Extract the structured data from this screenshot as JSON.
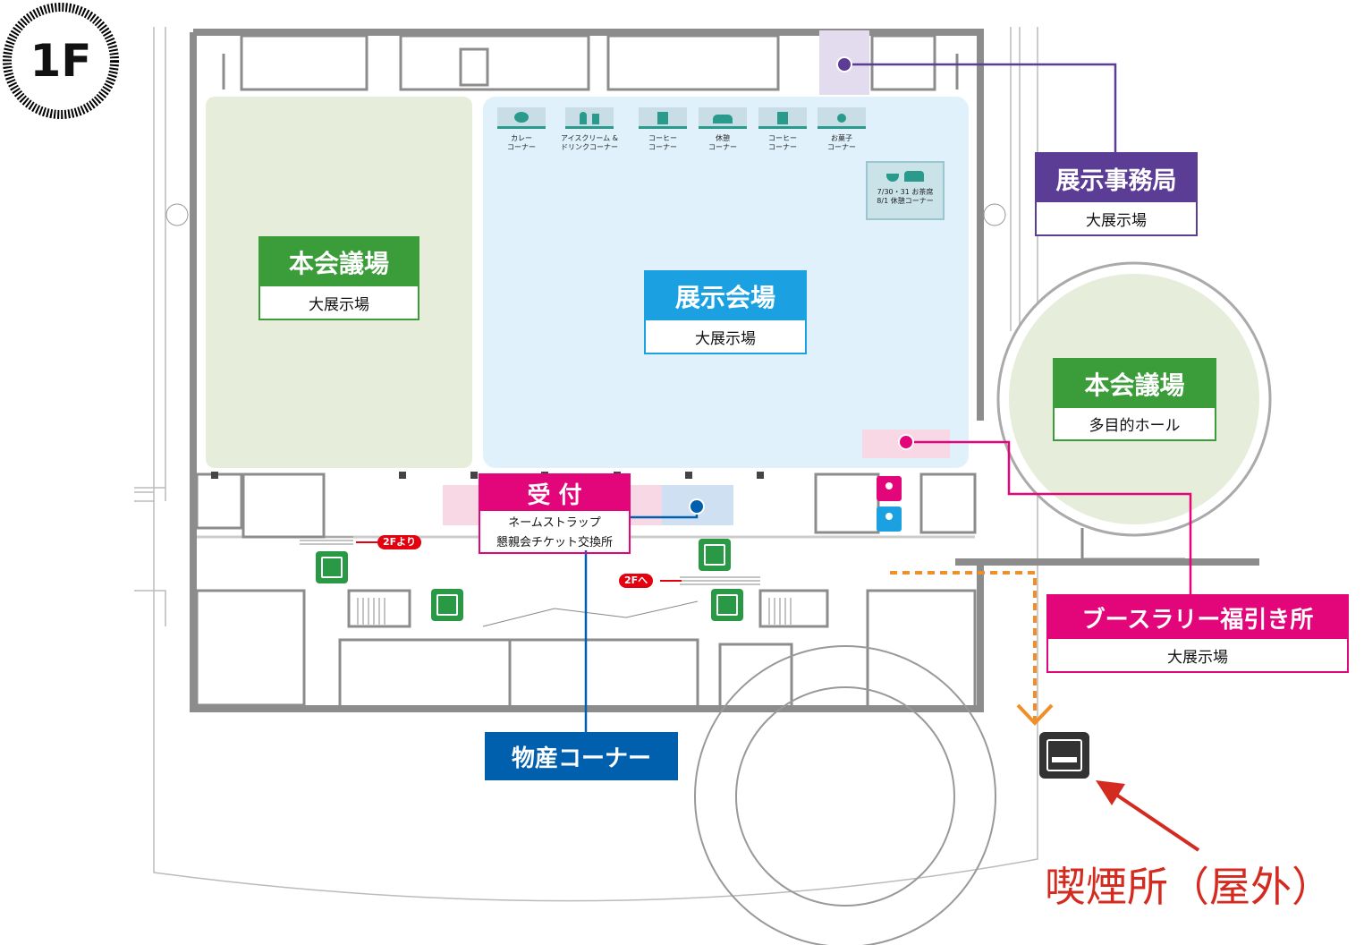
{
  "floor_label": "1F",
  "colors": {
    "green": "#3b9c3a",
    "blue": "#1ba1e2",
    "purple": "#5c3d96",
    "magenta": "#e2067a",
    "navy": "#0060ad",
    "smoking_red": "#d42b20",
    "orange_path": "#f08f2a"
  },
  "rooms": {
    "main_hall_left": {
      "title": "本会議場",
      "subtitle": "大展示場"
    },
    "exhibit_hall": {
      "title": "展示会場",
      "subtitle": "大展示場"
    },
    "main_hall_right": {
      "title": "本会議場",
      "subtitle": "多目的ホール"
    }
  },
  "callouts": {
    "office": {
      "title": "展示事務局",
      "subtitle": "大展示場"
    },
    "reception": {
      "title": "受 付",
      "line1": "ネームストラップ",
      "line2": "懇親会チケット交換所"
    },
    "booth_rally": {
      "title": "ブースラリー福引き所",
      "subtitle": "大展示場"
    },
    "local_goods": {
      "title": "物産コーナー"
    },
    "smoking": {
      "title": "喫煙所（屋外）"
    }
  },
  "corners": [
    {
      "icon": "curry-icon",
      "line1": "カレー",
      "line2": "コーナー"
    },
    {
      "icon": "ice-cream-drink-icon",
      "line1": "アイスクリーム &",
      "line2": "ドリンクコーナー"
    },
    {
      "icon": "coffee-icon",
      "line1": "コーヒー",
      "line2": "コーナー"
    },
    {
      "icon": "rest-icon",
      "line1": "休憩",
      "line2": "コーナー"
    },
    {
      "icon": "coffee-icon",
      "line1": "コーヒー",
      "line2": "コーナー"
    },
    {
      "icon": "sweets-icon",
      "line1": "お菓子",
      "line2": "コーナー"
    }
  ],
  "tea_corner": {
    "line1": "7/30・31 お茶席",
    "line2": "8/1 休憩コーナー"
  },
  "escalator_badges": {
    "from_2f": "2Fより",
    "to_2f": "2Fへ"
  }
}
